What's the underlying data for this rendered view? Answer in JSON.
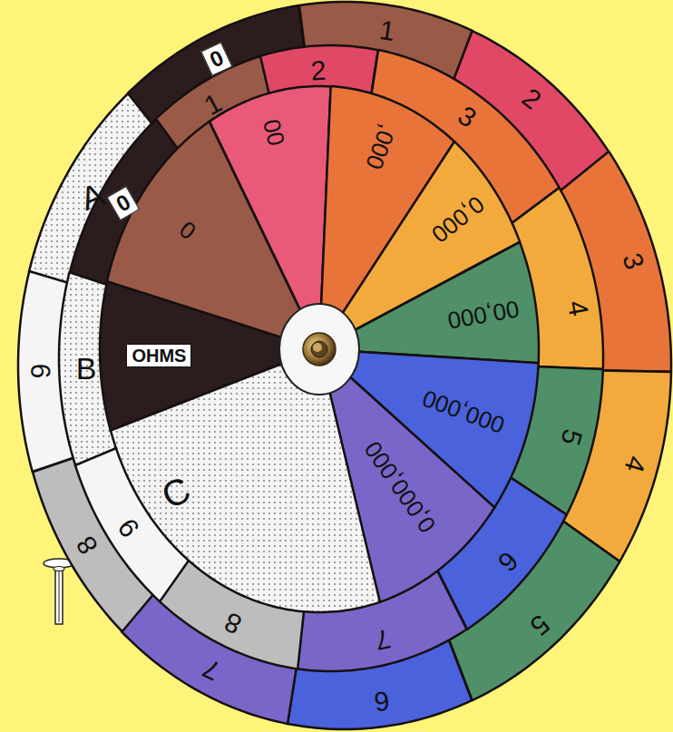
{
  "diagram": {
    "nodes": [
      {
        "text": [
          "A"
        ]
      },
      {
        "text": [
          "0"
        ]
      },
      {
        "text": [
          "1"
        ]
      },
      {
        "text": [
          "2"
        ]
      },
      {
        "text": [
          "3"
        ]
      },
      {
        "text": [
          "4"
        ]
      },
      {
        "text": [
          "5"
        ]
      },
      {
        "text": [
          "6"
        ]
      },
      {
        "text": [
          "7"
        ]
      },
      {
        "text": [
          "8"
        ]
      },
      {
        "text": [
          "9"
        ]
      },
      {
        "text": [
          "B"
        ]
      },
      {
        "text": [
          "0"
        ]
      },
      {
        "text": [
          "1"
        ]
      },
      {
        "text": [
          "2"
        ]
      },
      {
        "text": [
          "3"
        ]
      },
      {
        "text": [
          "4"
        ]
      },
      {
        "text": [
          "5"
        ]
      },
      {
        "text": [
          "6"
        ]
      },
      {
        "text": [
          "7"
        ]
      },
      {
        "text": [
          "8"
        ]
      },
      {
        "text": [
          "9"
        ]
      },
      {
        "text": [
          "OHMS"
        ]
      },
      {
        "text": [
          "0"
        ]
      },
      {
        "text": [
          "00"
        ]
      },
      {
        "text": [
          ",000"
        ]
      },
      {
        "text": [
          "0,000"
        ]
      },
      {
        "text": [
          "00,000"
        ]
      },
      {
        "text": [
          "000,000"
        ]
      },
      {
        "text": [
          "0,000,000"
        ]
      },
      {
        "text": [
          "C"
        ]
      }
    ]
  }
}
